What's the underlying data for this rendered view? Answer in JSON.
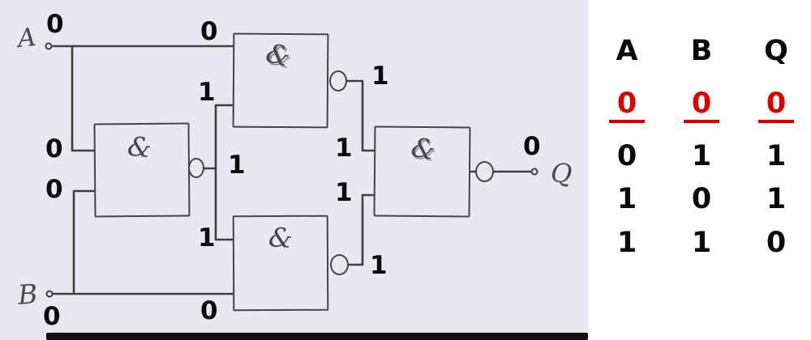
{
  "circuit": {
    "inputs": {
      "a": {
        "label": "A",
        "value": "0"
      },
      "b": {
        "label": "B",
        "value": "0"
      }
    },
    "output": {
      "label": "Q",
      "value": "0"
    },
    "gates": {
      "nand1": {
        "symbol": "&",
        "in1": "0",
        "in2": "0",
        "out": "1"
      },
      "nand2": {
        "symbol": "&",
        "in1": "0",
        "in2": "1",
        "out": "1"
      },
      "nand3": {
        "symbol": "&",
        "in1": "1",
        "in2": "0",
        "out": "1"
      },
      "nand4": {
        "symbol": "&",
        "in1": "1",
        "in2": "1"
      }
    }
  },
  "truth_table": {
    "headers": {
      "a": "A",
      "b": "B",
      "q": "Q"
    },
    "rows": [
      {
        "a": "0",
        "b": "0",
        "q": "0",
        "highlighted": true
      },
      {
        "a": "0",
        "b": "1",
        "q": "1",
        "highlighted": false
      },
      {
        "a": "1",
        "b": "0",
        "q": "1",
        "highlighted": false
      },
      {
        "a": "1",
        "b": "1",
        "q": "0",
        "highlighted": false
      }
    ]
  },
  "colors": {
    "highlight_row": "#dd0000",
    "ink": "#3f3f3f",
    "paper": "#e8e8f0"
  }
}
